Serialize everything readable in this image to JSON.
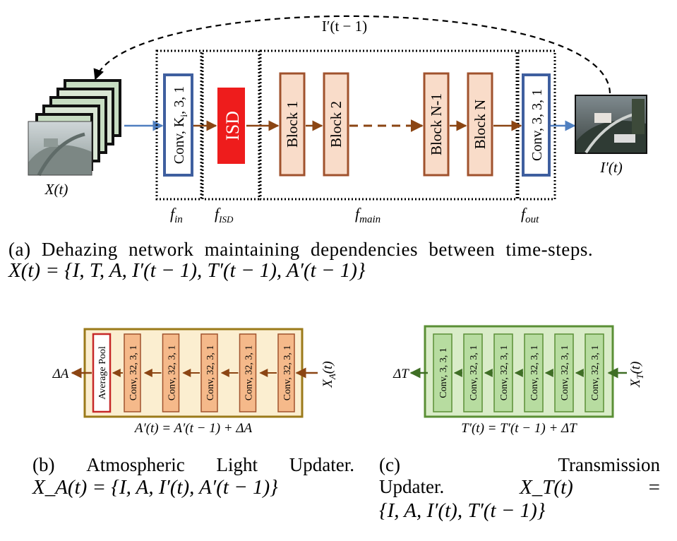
{
  "part_a": {
    "feedback_label": "I′(t − 1)",
    "input_label": "X(t)",
    "output_label": "I′(t)",
    "blocks": {
      "conv_in": "Conv, K",
      "conv_in_sub": "i",
      "conv_in_tail": ", 3, 1",
      "isd": "ISD",
      "block1": "Block  1",
      "block2": "Block  2",
      "blockN1": "Block N-1",
      "blockN": "Block N",
      "conv_out": "Conv, 3, 3, 1"
    },
    "stage_labels": {
      "f": "f",
      "in": "in",
      "isd": "ISD",
      "main": "main",
      "out": "out"
    }
  },
  "caption_a": {
    "line1": "(a) Dehazing network maintaining dependencies between time-steps.",
    "line2": "X(t) = {I, T, A, I′(t − 1), T′(t − 1), A′(t − 1)}"
  },
  "part_b": {
    "pool_label": "Average Pool",
    "conv_label": "Conv, 32, 3, 1",
    "output_label": "ΔA",
    "input_label": "X",
    "input_sub": "A",
    "input_tail": "(t)",
    "equation": "A′(t) = A′(t − 1) + ΔA"
  },
  "caption_b": {
    "line1_words": [
      "(b)",
      "Atmospheric",
      "Light",
      "Updater."
    ],
    "line2": "X_A(t) = {I, A, I′(t), A′(t − 1)}"
  },
  "part_c": {
    "first_conv_label": "Conv, 3, 3, 1",
    "conv_label": "Conv, 32, 3, 1",
    "output_label": "ΔT",
    "input_label": "X",
    "input_sub": "T",
    "input_tail": "(t)",
    "equation": "T′(t) = T′(t − 1) + ΔT"
  },
  "caption_c": {
    "line1_left": "(c)",
    "line1_right": "Transmission",
    "line2_left": "Updater.",
    "line2_mid": "X_T(t)",
    "line2_right": "=",
    "line3": "{I, A, I′(t), T′(t − 1)}"
  },
  "colors": {
    "conv_blue": "#3f5f9f",
    "isd_red": "#ee1c1c",
    "block_fill": "#f9dcc9",
    "block_stroke": "#a0522d",
    "arrow_brown": "#8b4513",
    "arrow_blue": "#4f7fc0",
    "panel_b_fill": "#fbeed0",
    "panel_b_stroke": "#9b7a1a",
    "cell_b_fill": "#f5b98a",
    "panel_c_fill": "#d9ecc8",
    "panel_c_stroke": "#5a8f35",
    "cell_c_fill": "#b7dca0"
  }
}
